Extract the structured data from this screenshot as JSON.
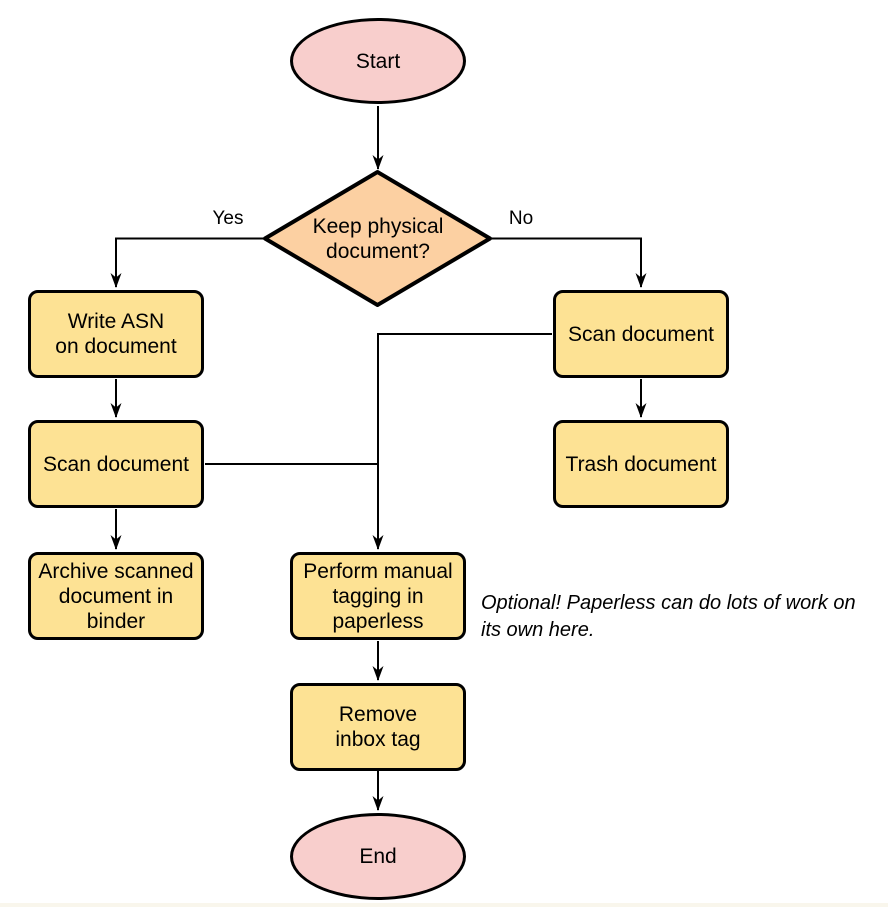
{
  "colors": {
    "terminator_fill": "#f8cecc",
    "decision_fill": "#fcd0a2",
    "process_fill": "#fde294",
    "stroke": "#000000",
    "background": "#ffffff",
    "footer_strip": "#f9f6ec"
  },
  "nodes": {
    "start": {
      "label": "Start"
    },
    "decision": {
      "label": "Keep physical\ndocument?"
    },
    "write_asn": {
      "label": "Write ASN\non document"
    },
    "scan_left": {
      "label": "Scan document"
    },
    "archive": {
      "label": "Archive scanned\ndocument in\nbinder"
    },
    "scan_right": {
      "label": "Scan document"
    },
    "trash": {
      "label": "Trash document"
    },
    "tagging": {
      "label": "Perform manual\ntagging in\npaperless"
    },
    "remove_inbox": {
      "label": "Remove\ninbox tag"
    },
    "end": {
      "label": "End"
    }
  },
  "edge_labels": {
    "yes": "Yes",
    "no": "No"
  },
  "note": {
    "text": "Optional! Paperless can do lots of work on\nits own here."
  }
}
